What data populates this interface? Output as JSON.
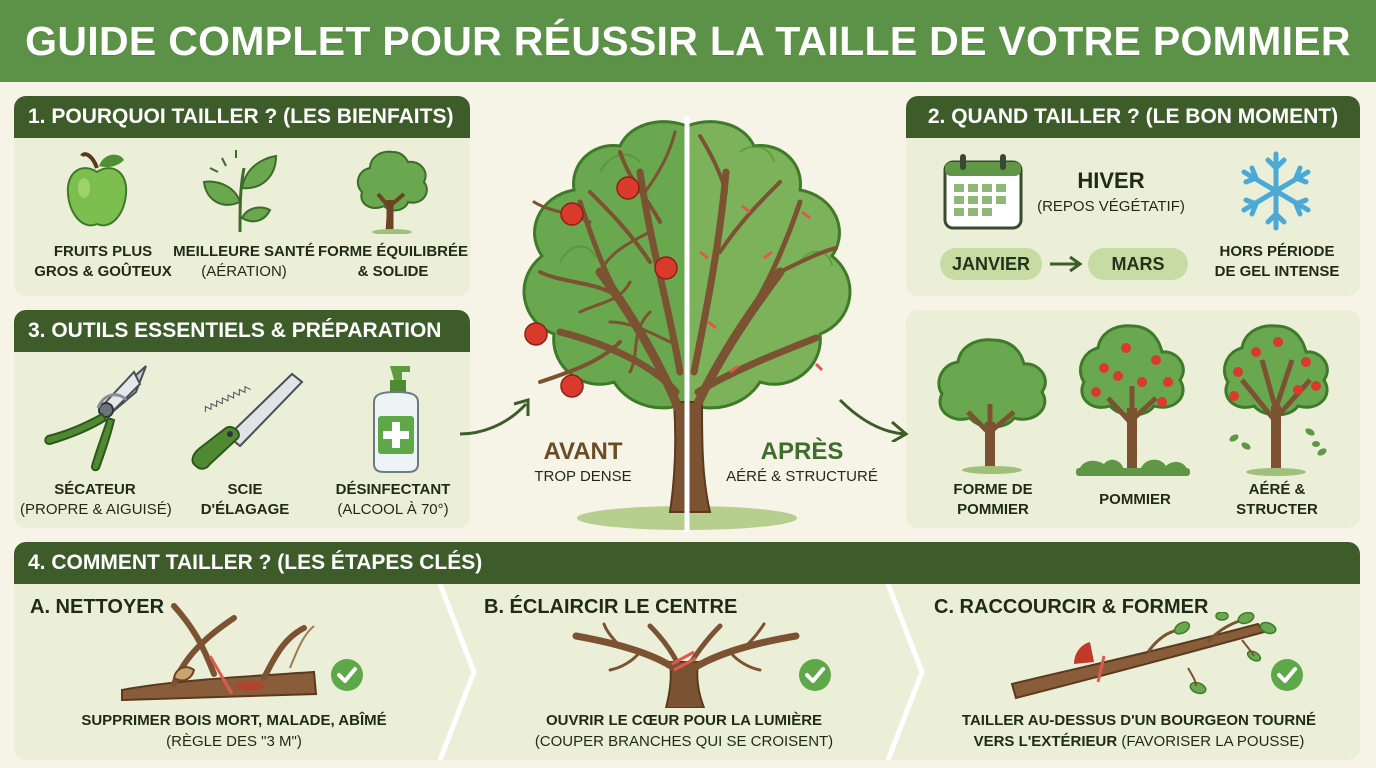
{
  "title": "GUIDE COMPLET POUR RÉUSSIR LA TAILLE DE VOTRE POMMIER",
  "section1": {
    "heading": "1. POURQUOI TAILLER ? (LES BIENFAITS)",
    "items": [
      {
        "icon": "apple-icon",
        "line1": "FRUITS PLUS",
        "line2": "GROS & GOÛTEUX"
      },
      {
        "icon": "leaf-sprout-icon",
        "line1": "MEILLEURE SANTÉ",
        "line2": "(AÉRATION)"
      },
      {
        "icon": "tree-icon",
        "line1": "FORME ÉQUILIBRÉE",
        "line2": "& SOLIDE"
      }
    ]
  },
  "section2": {
    "heading": "2. QUAND TAILLER ? (LE BON MOMENT)",
    "season": "HIVER",
    "season_sub": "(REPOS VÉGÉTATIF)",
    "from": "JANVIER",
    "to": "MARS",
    "frost_line1": "HORS PÉRIODE",
    "frost_line2": "DE GEL INTENSE"
  },
  "section3": {
    "heading": "3. OUTILS ESSENTIELS & PRÉPARATION",
    "items": [
      {
        "icon": "pruning-shears-icon",
        "line1": "SÉCATEUR",
        "line2": "(PROPRE & AIGUISÉ)"
      },
      {
        "icon": "pruning-saw-icon",
        "line1": "SCIE",
        "line2": "D'ÉLAGAGE"
      },
      {
        "icon": "disinfectant-bottle-icon",
        "line1": "DÉSINFECTANT",
        "line2": "(ALCOOL À 70°)"
      }
    ]
  },
  "center": {
    "before_title": "AVANT",
    "before_sub": "TROP DENSE",
    "after_title": "APRÈS",
    "after_sub": "AÉRÉ & STRUCTURÉ"
  },
  "shapes": {
    "items": [
      {
        "line1": "FORME DE",
        "line2": "POMMIER"
      },
      {
        "line1": "POMMIER",
        "line2": ""
      },
      {
        "line1": "AÉRÉ &",
        "line2": "STRUCTER"
      }
    ]
  },
  "section4": {
    "heading": "4. COMMENT TAILLER ? (LES ÉTAPES CLÉS)",
    "steps": [
      {
        "title": "A. NETTOYER",
        "line1": "SUPPRIMER BOIS MORT, MALADE, ABÎMÉ",
        "line2": "(RÈGLE DES \"3 M\")"
      },
      {
        "title": "B. ÉCLAIRCIR LE CENTRE",
        "line1": "OUVRIR LE CŒUR POUR LA LUMIÈRE",
        "line2": "(COUPER BRANCHES QUI SE CROISENT)"
      },
      {
        "title": "C. RACCOURCIR & FORMER",
        "line1a": "TAILLER AU-DESSUS D'UN BOURGEON TOURNÉ",
        "line2a": "VERS L'EXTÉRIEUR",
        "line2b": " (FAVORISER LA POUSSE)"
      }
    ]
  },
  "colors": {
    "title_bar": "#5b9247",
    "panel_head": "#3d5c2a",
    "panel_bg": "#ebefd8",
    "page_bg": "#f6f4e6",
    "leaf_green": "#6aa84f",
    "trunk_brown": "#7b5232",
    "apple_red": "#d93a2b",
    "check_green": "#5fa84a"
  }
}
